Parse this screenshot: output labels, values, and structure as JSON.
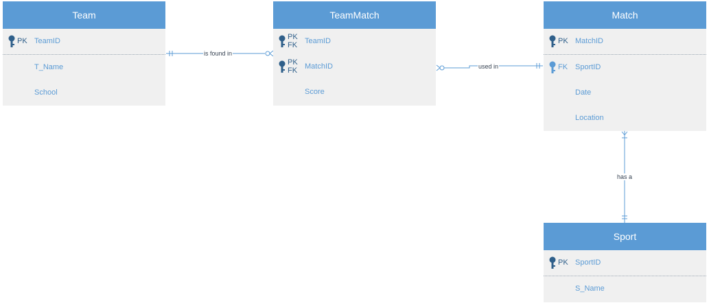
{
  "entities": {
    "team": {
      "title": "Team",
      "rows": [
        {
          "key": "PK",
          "name": "TeamID"
        },
        {
          "key": "",
          "name": "T_Name"
        },
        {
          "key": "",
          "name": "School"
        }
      ]
    },
    "teammatch": {
      "title": "TeamMatch",
      "rows": [
        {
          "key_top": "PK",
          "key_bottom": "FK",
          "name": "TeamID"
        },
        {
          "key_top": "PK",
          "key_bottom": "FK",
          "name": "MatchID"
        },
        {
          "key": "",
          "name": "Score"
        }
      ]
    },
    "match": {
      "title": "Match",
      "rows": [
        {
          "key": "PK",
          "name": "MatchID"
        },
        {
          "key": "FK",
          "name": "SportID"
        },
        {
          "key": "",
          "name": "Date"
        },
        {
          "key": "",
          "name": "Location"
        }
      ]
    },
    "sport": {
      "title": "Sport",
      "rows": [
        {
          "key": "PK",
          "name": "SportID"
        },
        {
          "key": "",
          "name": "S_Name"
        }
      ]
    }
  },
  "relationships": {
    "team_teammatch": "is found in",
    "teammatch_match": "used in",
    "match_sport": "has a"
  },
  "colors": {
    "header": "#5b9bd5",
    "body": "#f0f0f0",
    "field_text": "#5b9bd5",
    "key_text": "#2f5f8a",
    "line": "#5b9bd5"
  }
}
